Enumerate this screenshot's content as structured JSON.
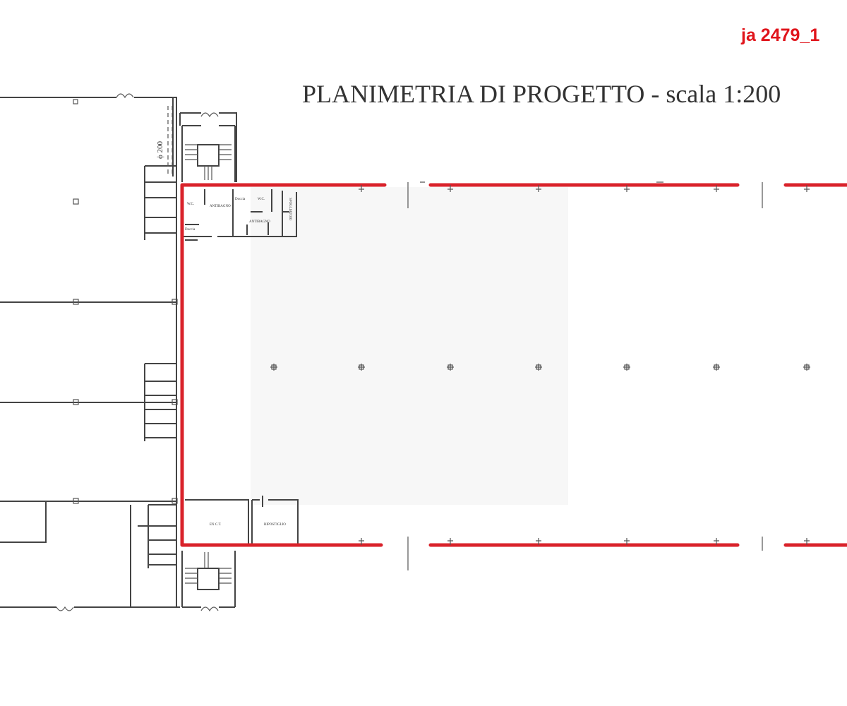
{
  "drawing_code": "ja 2479_1",
  "title": "PLANIMETRIA DI PROGETTO - scala 1:200",
  "dimension_label": "ϕ 200",
  "rooms": {
    "wc_1": "W.C.",
    "antibagno_1": "ANTIBAGNO",
    "doccia_1": "Doccia",
    "doccia_2": "Doccia",
    "wc_2": "W.C.",
    "antibagno_2": "ANTIBAGNO",
    "spogliatoio": "SPOGLIATOIO",
    "ex_ct": "EX C.T.",
    "ripostiglio": "RIPOSTIGLIO"
  },
  "colors": {
    "highlight": "#d9222a",
    "code": "#e0141b"
  }
}
